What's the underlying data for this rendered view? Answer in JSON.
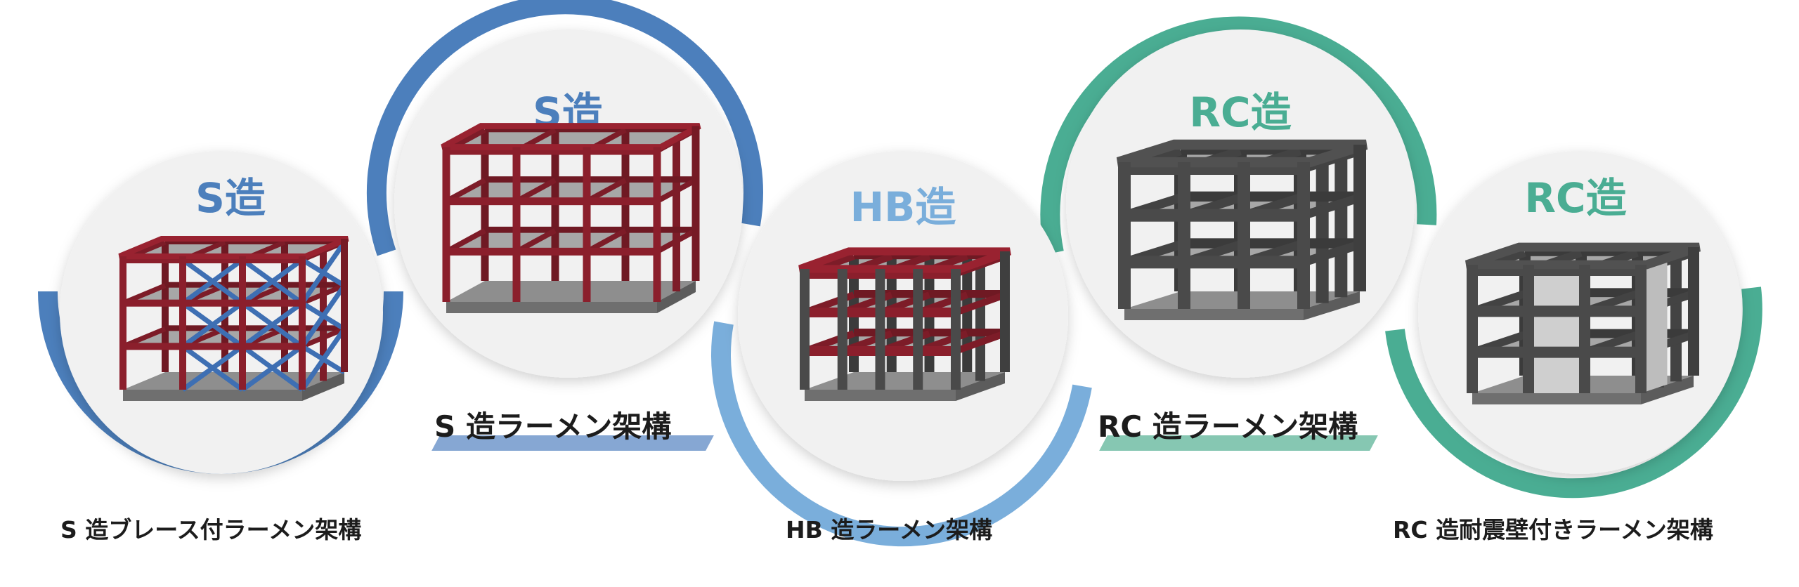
{
  "colors": {
    "steel_blue": "#4c7fbc",
    "light_blue": "#7aaedb",
    "rc_green": "#4aad93",
    "frame_red": "#8b1f2c",
    "brace_blue": "#3e6fb3",
    "concrete": "#4a4a4a",
    "circle_fill": "#f1f1f1",
    "text_dark": "#1c1c1c"
  },
  "circles": [
    {
      "id": "s-brace",
      "title": "S造",
      "accent": "#4c7fbc",
      "frame": "steel-braced"
    },
    {
      "id": "s-rahmen",
      "title": "S造",
      "accent": "#4c7fbc",
      "frame": "steel"
    },
    {
      "id": "hb",
      "title": "HB造",
      "accent": "#7aaedb",
      "frame": "hybrid"
    },
    {
      "id": "rc-rahmen",
      "title": "RC造",
      "accent": "#4aad93",
      "frame": "concrete"
    },
    {
      "id": "rc-wall",
      "title": "RC造",
      "accent": "#4aad93",
      "frame": "concrete-wall"
    }
  ],
  "labels": {
    "s_brace": "S 造ブレース付ラーメン架構",
    "s_rahmen": "S 造ラーメン架構",
    "hb_rahmen": "HB 造ラーメン架構",
    "rc_rahmen": "RC 造ラーメン架構",
    "rc_wall": "RC 造耐震壁付きラーメン架構"
  }
}
